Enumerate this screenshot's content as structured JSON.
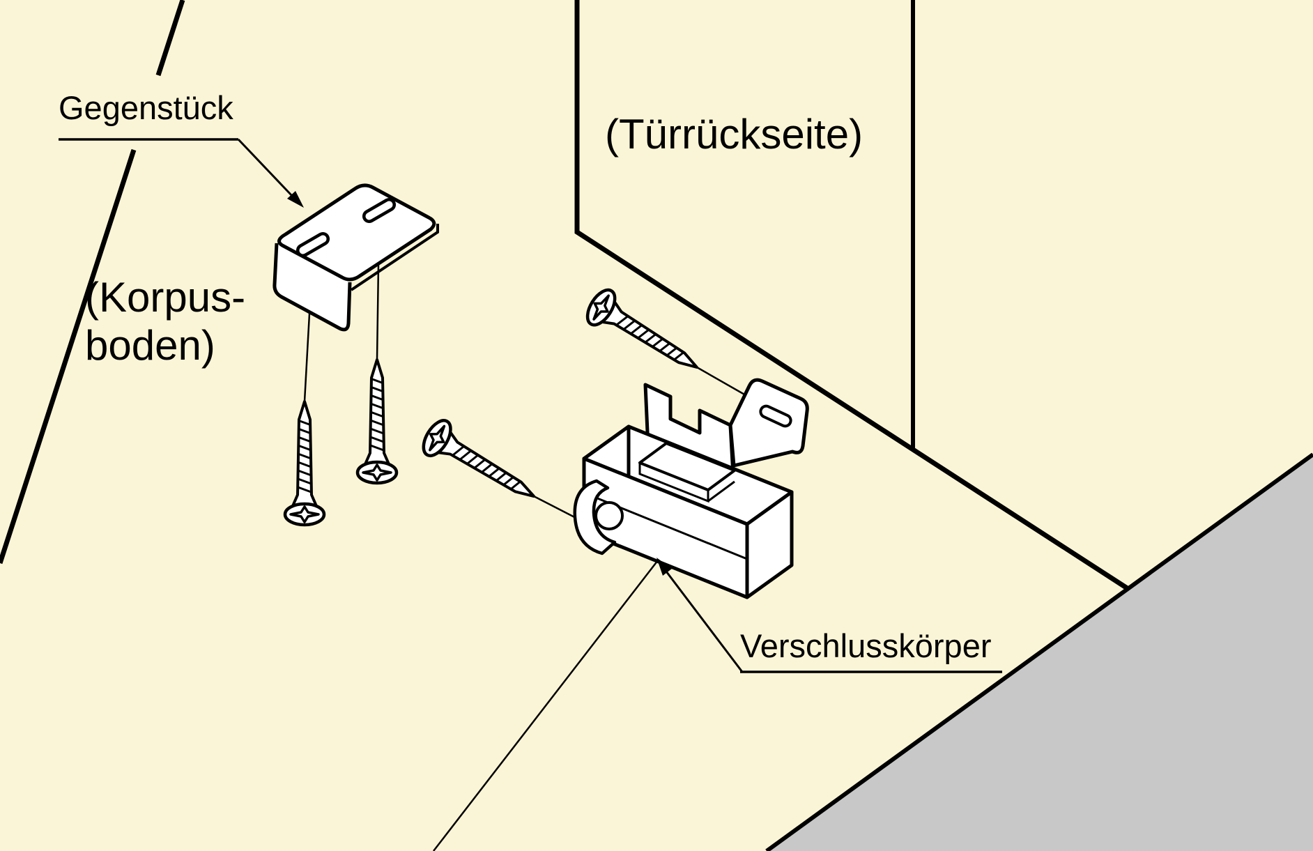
{
  "colors": {
    "panel": "#FAF5D6",
    "outside": "#C8C8C8",
    "line": "#000000",
    "part_fill": "#FFFFFF"
  },
  "labels": {
    "counterpart": "Gegenstück",
    "door_back": "(Türrückseite)",
    "cabinet_bottom_line1": "(Korpus-",
    "cabinet_bottom_line2": "boden)",
    "latch_body": "Verschlusskörper"
  }
}
